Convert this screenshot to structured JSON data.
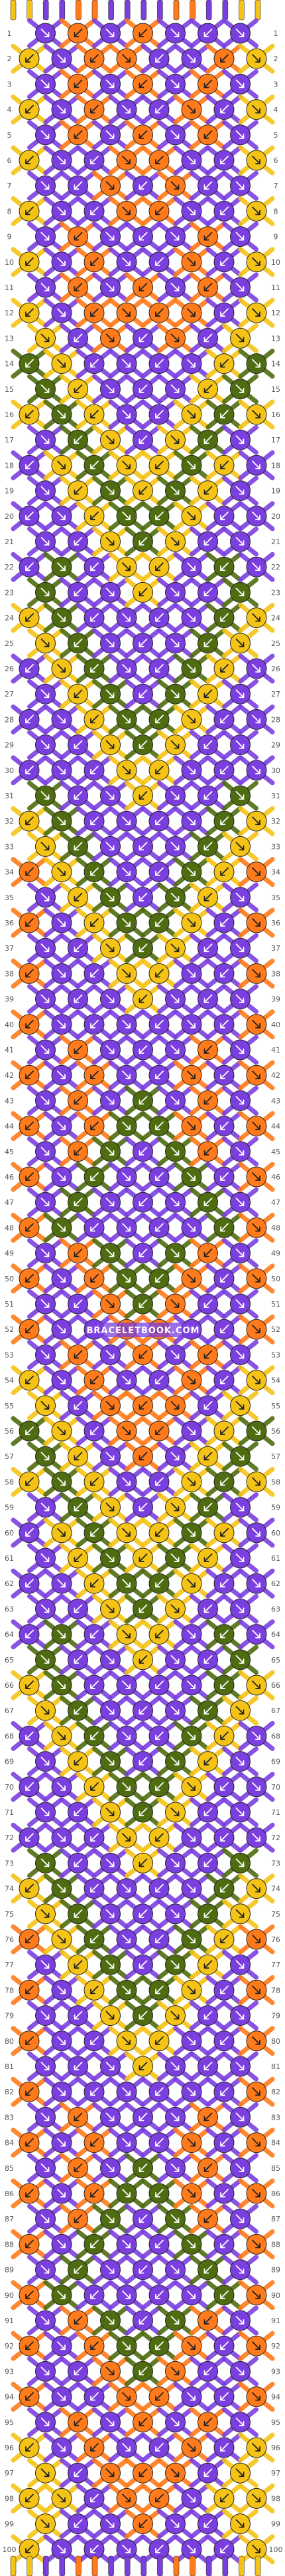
{
  "watermark": "BRACELETBOOK.COM",
  "pattern": {
    "type": "friendship-bracelet-pattern",
    "strings": 16,
    "rows": 100,
    "colors": {
      "Y": "#f5c315",
      "P": "#7b3fe0",
      "O": "#ff7a1a",
      "G": "#4f6d10"
    },
    "string_colors_top": [
      "Y",
      "Y",
      "P",
      "P",
      "O",
      "O",
      "P",
      "P",
      "P",
      "P",
      "O",
      "O",
      "P",
      "P",
      "Y",
      "Y"
    ],
    "row_numbers": [
      "1",
      "2",
      "3",
      "4",
      "5",
      "6",
      "7",
      "8",
      "9",
      "10",
      "11",
      "12",
      "13",
      "14",
      "15",
      "16",
      "17",
      "18",
      "19",
      "20",
      "21",
      "22",
      "23",
      "24",
      "25",
      "26",
      "27",
      "28",
      "29",
      "30",
      "31",
      "32",
      "33",
      "34",
      "35",
      "36",
      "37",
      "38",
      "39",
      "40",
      "41",
      "42",
      "43",
      "44",
      "45",
      "46",
      "47",
      "48",
      "49",
      "50",
      "51",
      "52",
      "53",
      "54",
      "55",
      "56",
      "57",
      "58",
      "59",
      "60",
      "61",
      "62",
      "63",
      "64",
      "65",
      "66",
      "67",
      "68",
      "69",
      "70",
      "71",
      "72",
      "73",
      "74",
      "75",
      "76",
      "77",
      "78",
      "79",
      "80",
      "81",
      "82",
      "83",
      "84",
      "85",
      "86",
      "87",
      "88",
      "89",
      "90",
      "91",
      "92",
      "93",
      "94",
      "95",
      "96",
      "97",
      "98",
      "99",
      "100"
    ],
    "row_knot_colors": [
      [
        "P",
        "O",
        "P",
        "O",
        "P",
        "P",
        "P"
      ],
      [
        "Y",
        "P",
        "O",
        "O",
        "P",
        "P",
        "O",
        "Y"
      ],
      [
        "P",
        "O",
        "P",
        "O",
        "P",
        "O",
        "P"
      ],
      [
        "Y",
        "P",
        "O",
        "P",
        "P",
        "O",
        "P",
        "Y"
      ],
      [
        "P",
        "O",
        "P",
        "O",
        "P",
        "O",
        "P"
      ],
      [
        "Y",
        "P",
        "P",
        "O",
        "O",
        "P",
        "P",
        "Y"
      ],
      [
        "P",
        "P",
        "O",
        "P",
        "O",
        "P",
        "P"
      ],
      [
        "Y",
        "P",
        "P",
        "O",
        "O",
        "P",
        "P",
        "Y"
      ],
      [
        "P",
        "O",
        "P",
        "P",
        "P",
        "O",
        "P"
      ],
      [
        "Y",
        "P",
        "O",
        "P",
        "P",
        "O",
        "P",
        "Y"
      ],
      [
        "P",
        "O",
        "P",
        "O",
        "P",
        "O",
        "P"
      ],
      [
        "Y",
        "P",
        "O",
        "O",
        "O",
        "O",
        "P",
        "Y"
      ],
      [
        "Y",
        "P",
        "O",
        "P",
        "O",
        "P",
        "Y"
      ],
      [
        "G",
        "Y",
        "P",
        "P",
        "P",
        "P",
        "Y",
        "G"
      ],
      [
        "G",
        "Y",
        "P",
        "P",
        "P",
        "Y",
        "G"
      ],
      [
        "Y",
        "G",
        "Y",
        "P",
        "P",
        "Y",
        "G",
        "Y"
      ],
      [
        "P",
        "G",
        "Y",
        "P",
        "Y",
        "G",
        "P"
      ],
      [
        "P",
        "Y",
        "G",
        "Y",
        "Y",
        "G",
        "Y",
        "P"
      ],
      [
        "P",
        "Y",
        "G",
        "Y",
        "G",
        "Y",
        "P"
      ],
      [
        "P",
        "P",
        "Y",
        "G",
        "G",
        "Y",
        "P",
        "P"
      ],
      [
        "P",
        "P",
        "Y",
        "G",
        "Y",
        "P",
        "P"
      ],
      [
        "P",
        "G",
        "P",
        "Y",
        "Y",
        "P",
        "G",
        "P"
      ],
      [
        "G",
        "P",
        "P",
        "Y",
        "P",
        "P",
        "G"
      ],
      [
        "Y",
        "G",
        "P",
        "P",
        "P",
        "P",
        "G",
        "Y"
      ],
      [
        "Y",
        "G",
        "P",
        "P",
        "P",
        "G",
        "Y"
      ],
      [
        "P",
        "Y",
        "G",
        "P",
        "P",
        "G",
        "Y",
        "P"
      ],
      [
        "P",
        "Y",
        "G",
        "P",
        "G",
        "Y",
        "P"
      ],
      [
        "P",
        "P",
        "Y",
        "G",
        "G",
        "Y",
        "P",
        "P"
      ],
      [
        "P",
        "P",
        "Y",
        "G",
        "Y",
        "P",
        "P"
      ],
      [
        "P",
        "P",
        "P",
        "Y",
        "Y",
        "P",
        "P",
        "P"
      ],
      [
        "G",
        "P",
        "P",
        "Y",
        "P",
        "P",
        "G"
      ],
      [
        "Y",
        "G",
        "P",
        "P",
        "P",
        "P",
        "G",
        "Y"
      ],
      [
        "Y",
        "G",
        "P",
        "P",
        "P",
        "G",
        "Y"
      ],
      [
        "O",
        "Y",
        "G",
        "P",
        "P",
        "G",
        "Y",
        "O"
      ],
      [
        "P",
        "Y",
        "G",
        "P",
        "G",
        "Y",
        "P"
      ],
      [
        "O",
        "P",
        "Y",
        "G",
        "G",
        "Y",
        "P",
        "O"
      ],
      [
        "P",
        "P",
        "Y",
        "G",
        "Y",
        "P",
        "P"
      ],
      [
        "O",
        "P",
        "P",
        "Y",
        "Y",
        "P",
        "P",
        "O"
      ],
      [
        "P",
        "P",
        "P",
        "Y",
        "P",
        "P",
        "P"
      ],
      [
        "O",
        "P",
        "P",
        "P",
        "P",
        "P",
        "P",
        "O"
      ],
      [
        "P",
        "O",
        "P",
        "P",
        "P",
        "O",
        "P"
      ],
      [
        "O",
        "P",
        "O",
        "P",
        "P",
        "O",
        "P",
        "O"
      ],
      [
        "P",
        "O",
        "P",
        "G",
        "P",
        "O",
        "P"
      ],
      [
        "O",
        "P",
        "O",
        "G",
        "G",
        "O",
        "P",
        "O"
      ],
      [
        "P",
        "O",
        "G",
        "P",
        "G",
        "O",
        "P"
      ],
      [
        "O",
        "P",
        "G",
        "P",
        "P",
        "G",
        "P",
        "O"
      ],
      [
        "P",
        "G",
        "P",
        "P",
        "P",
        "G",
        "P"
      ],
      [
        "O",
        "G",
        "P",
        "P",
        "P",
        "P",
        "G",
        "O"
      ],
      [
        "P",
        "O",
        "G",
        "P",
        "G",
        "O",
        "P"
      ],
      [
        "O",
        "P",
        "O",
        "G",
        "G",
        "O",
        "P",
        "O"
      ],
      [
        "P",
        "P",
        "O",
        "G",
        "O",
        "P",
        "P"
      ],
      [
        "O",
        "P",
        "P",
        "O",
        "O",
        "P",
        "P",
        "O"
      ],
      [
        "P",
        "O",
        "P",
        "O",
        "P",
        "O",
        "P"
      ],
      [
        "Y",
        "P",
        "O",
        "P",
        "P",
        "O",
        "P",
        "Y"
      ],
      [
        "Y",
        "P",
        "O",
        "O",
        "O",
        "P",
        "Y"
      ],
      [
        "G",
        "Y",
        "P",
        "O",
        "O",
        "P",
        "Y",
        "G"
      ],
      [
        "G",
        "Y",
        "P",
        "O",
        "P",
        "Y",
        "G"
      ],
      [
        "Y",
        "G",
        "Y",
        "P",
        "P",
        "Y",
        "G",
        "Y"
      ],
      [
        "P",
        "G",
        "Y",
        "P",
        "Y",
        "G",
        "P"
      ],
      [
        "P",
        "Y",
        "G",
        "Y",
        "Y",
        "G",
        "Y",
        "P"
      ],
      [
        "P",
        "Y",
        "G",
        "Y",
        "G",
        "Y",
        "P"
      ],
      [
        "P",
        "P",
        "Y",
        "G",
        "G",
        "Y",
        "P",
        "P"
      ],
      [
        "P",
        "P",
        "Y",
        "G",
        "Y",
        "P",
        "P"
      ],
      [
        "P",
        "G",
        "P",
        "Y",
        "Y",
        "P",
        "G",
        "P"
      ],
      [
        "G",
        "P",
        "P",
        "Y",
        "P",
        "P",
        "G"
      ],
      [
        "Y",
        "G",
        "P",
        "P",
        "P",
        "P",
        "G",
        "Y"
      ],
      [
        "Y",
        "G",
        "P",
        "P",
        "P",
        "G",
        "Y"
      ],
      [
        "P",
        "Y",
        "G",
        "P",
        "P",
        "G",
        "Y",
        "P"
      ],
      [
        "P",
        "Y",
        "G",
        "P",
        "G",
        "Y",
        "P"
      ],
      [
        "P",
        "P",
        "Y",
        "G",
        "G",
        "Y",
        "P",
        "P"
      ],
      [
        "P",
        "P",
        "Y",
        "G",
        "Y",
        "P",
        "P"
      ],
      [
        "P",
        "P",
        "P",
        "Y",
        "Y",
        "P",
        "P",
        "P"
      ],
      [
        "G",
        "P",
        "P",
        "Y",
        "P",
        "P",
        "G"
      ],
      [
        "Y",
        "G",
        "P",
        "P",
        "P",
        "P",
        "G",
        "Y"
      ],
      [
        "Y",
        "G",
        "P",
        "P",
        "P",
        "G",
        "Y"
      ],
      [
        "O",
        "Y",
        "G",
        "P",
        "P",
        "G",
        "Y",
        "O"
      ],
      [
        "P",
        "Y",
        "G",
        "P",
        "G",
        "Y",
        "P"
      ],
      [
        "O",
        "P",
        "Y",
        "G",
        "G",
        "Y",
        "P",
        "O"
      ],
      [
        "P",
        "P",
        "Y",
        "G",
        "Y",
        "P",
        "P"
      ],
      [
        "O",
        "P",
        "P",
        "Y",
        "Y",
        "P",
        "P",
        "O"
      ],
      [
        "P",
        "P",
        "P",
        "Y",
        "P",
        "P",
        "P"
      ],
      [
        "O",
        "P",
        "P",
        "P",
        "P",
        "P",
        "P",
        "O"
      ],
      [
        "P",
        "O",
        "P",
        "P",
        "P",
        "O",
        "P"
      ],
      [
        "O",
        "P",
        "O",
        "P",
        "P",
        "O",
        "P",
        "O"
      ],
      [
        "P",
        "O",
        "P",
        "G",
        "P",
        "O",
        "P"
      ],
      [
        "O",
        "P",
        "O",
        "G",
        "G",
        "O",
        "P",
        "O"
      ],
      [
        "P",
        "O",
        "G",
        "P",
        "G",
        "O",
        "P"
      ],
      [
        "O",
        "P",
        "G",
        "P",
        "P",
        "G",
        "P",
        "O"
      ],
      [
        "P",
        "G",
        "P",
        "P",
        "P",
        "G",
        "P"
      ],
      [
        "O",
        "G",
        "P",
        "P",
        "P",
        "P",
        "G",
        "O"
      ],
      [
        "P",
        "O",
        "G",
        "P",
        "G",
        "O",
        "P"
      ],
      [
        "O",
        "P",
        "O",
        "G",
        "G",
        "O",
        "P",
        "O"
      ],
      [
        "P",
        "P",
        "O",
        "G",
        "O",
        "P",
        "P"
      ],
      [
        "O",
        "P",
        "P",
        "O",
        "O",
        "P",
        "P",
        "O"
      ],
      [
        "P",
        "O",
        "P",
        "O",
        "P",
        "O",
        "P"
      ],
      [
        "Y",
        "P",
        "O",
        "P",
        "P",
        "O",
        "P",
        "Y"
      ],
      [
        "Y",
        "P",
        "O",
        "O",
        "O",
        "P",
        "Y"
      ],
      [
        "Y",
        "Y",
        "P",
        "O",
        "O",
        "P",
        "Y",
        "Y"
      ],
      [
        "Y",
        "P",
        "P",
        "O",
        "P",
        "P",
        "Y"
      ],
      [
        "Y",
        "P",
        "P",
        "P",
        "P",
        "P",
        "P",
        "Y"
      ]
    ]
  }
}
